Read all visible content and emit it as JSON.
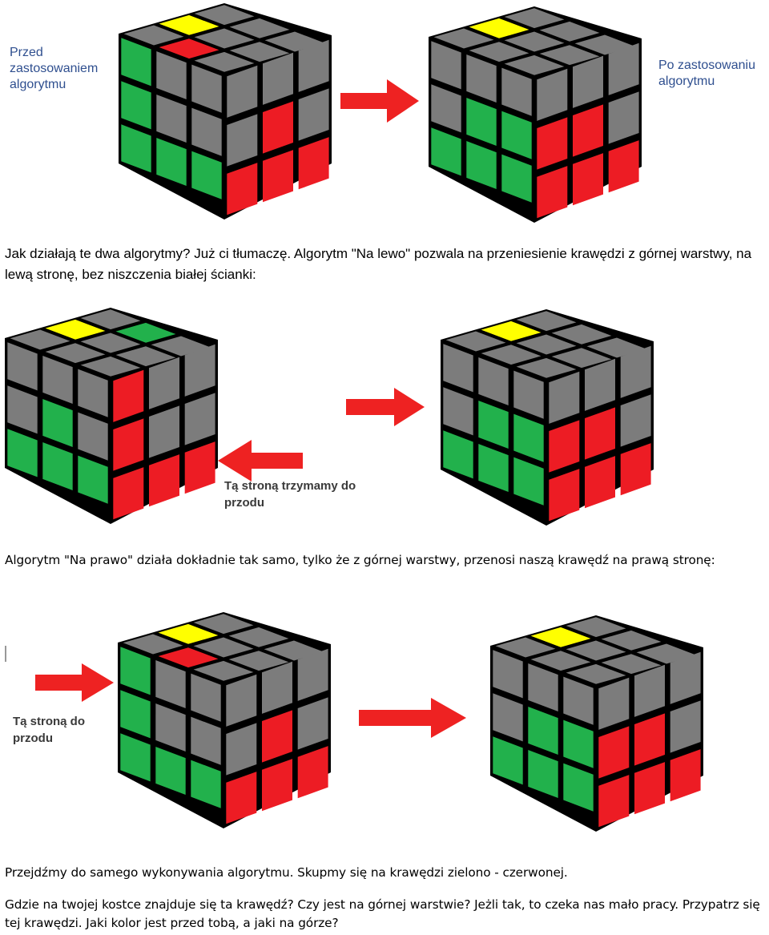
{
  "figure1": {
    "before_label": "Przed\nzastosowaniem\nalgorytmu",
    "after_label": "Po zastosowaniu\nalgorytmu"
  },
  "paragraph1": "Jak działają te dwa algorytmy? Już ci tłumaczę. Algorytm \"Na lewo\" pozwala na przeniesienie krawędzi z górnej warstwy, na lewą stronę, bez niszczenia białej ścianki:",
  "figure2": {
    "hold_label": "Tą stroną trzymamy do\nprzodu"
  },
  "paragraph2": "Algorytm \"Na prawo\" działa dokładnie tak samo, tylko że z górnej warstwy, przenosi naszą krawędź na prawą stronę:",
  "figure3": {
    "hold_label": "Tą stroną do\nprzodu"
  },
  "paragraph3": "Przejdźmy do samego wykonywania algorytmu. Skupmy się na krawędzi zielono - czerwonej.",
  "paragraph4": "Gdzie na twojej kostce znajduje się ta krawędź? Czy jest na górnej warstwie? Jeżli tak, to czeka nas mało pracy. Przypatrz się tej krawędzi. Jaki kolor jest przed tobą, a jaki na górze?",
  "colors": {
    "gray": "#7c7c7c",
    "yellow": "#ffff00",
    "green": "#22b14c",
    "red": "#ed1c24",
    "arrow": "#ee2222",
    "outline": "#000000"
  },
  "cubes": [
    {
      "id": "fig1-before",
      "top": [
        "g",
        "y",
        "g",
        "r",
        "g",
        "g",
        "g",
        "g",
        "g"
      ],
      "left": [
        "G",
        "g",
        "g",
        "G",
        "g",
        "g",
        "G",
        "G",
        "G"
      ],
      "right": [
        "g",
        "g",
        "g",
        "g",
        "R",
        "g",
        "R",
        "R",
        "R"
      ]
    },
    {
      "id": "fig1-after",
      "top": [
        "g",
        "y",
        "g",
        "g",
        "g",
        "g",
        "g",
        "g",
        "g"
      ],
      "left": [
        "g",
        "g",
        "g",
        "g",
        "G",
        "G",
        "G",
        "G",
        "G"
      ],
      "right": [
        "g",
        "g",
        "g",
        "R",
        "R",
        "g",
        "R",
        "R",
        "R"
      ]
    },
    {
      "id": "fig2-before",
      "top": [
        "g",
        "y",
        "g",
        "g",
        "g",
        "G",
        "g",
        "g",
        "g"
      ],
      "left": [
        "g",
        "g",
        "g",
        "g",
        "G",
        "g",
        "G",
        "G",
        "G"
      ],
      "right": [
        "R",
        "g",
        "g",
        "R",
        "g",
        "g",
        "R",
        "R",
        "R"
      ]
    },
    {
      "id": "fig2-after",
      "top": [
        "g",
        "y",
        "g",
        "g",
        "g",
        "g",
        "g",
        "g",
        "g"
      ],
      "left": [
        "g",
        "g",
        "g",
        "g",
        "G",
        "G",
        "G",
        "G",
        "G"
      ],
      "right": [
        "g",
        "g",
        "g",
        "R",
        "R",
        "g",
        "R",
        "R",
        "R"
      ]
    },
    {
      "id": "fig3-before",
      "top": [
        "g",
        "y",
        "g",
        "r",
        "g",
        "g",
        "g",
        "g",
        "g"
      ],
      "left": [
        "G",
        "g",
        "g",
        "G",
        "g",
        "g",
        "G",
        "G",
        "G"
      ],
      "right": [
        "g",
        "g",
        "g",
        "g",
        "R",
        "g",
        "R",
        "R",
        "R"
      ]
    },
    {
      "id": "fig3-after",
      "top": [
        "g",
        "y",
        "g",
        "g",
        "g",
        "g",
        "g",
        "g",
        "g"
      ],
      "left": [
        "g",
        "g",
        "g",
        "g",
        "G",
        "G",
        "G",
        "G",
        "G"
      ],
      "right": [
        "g",
        "g",
        "g",
        "R",
        "R",
        "g",
        "R",
        "R",
        "R"
      ]
    }
  ]
}
